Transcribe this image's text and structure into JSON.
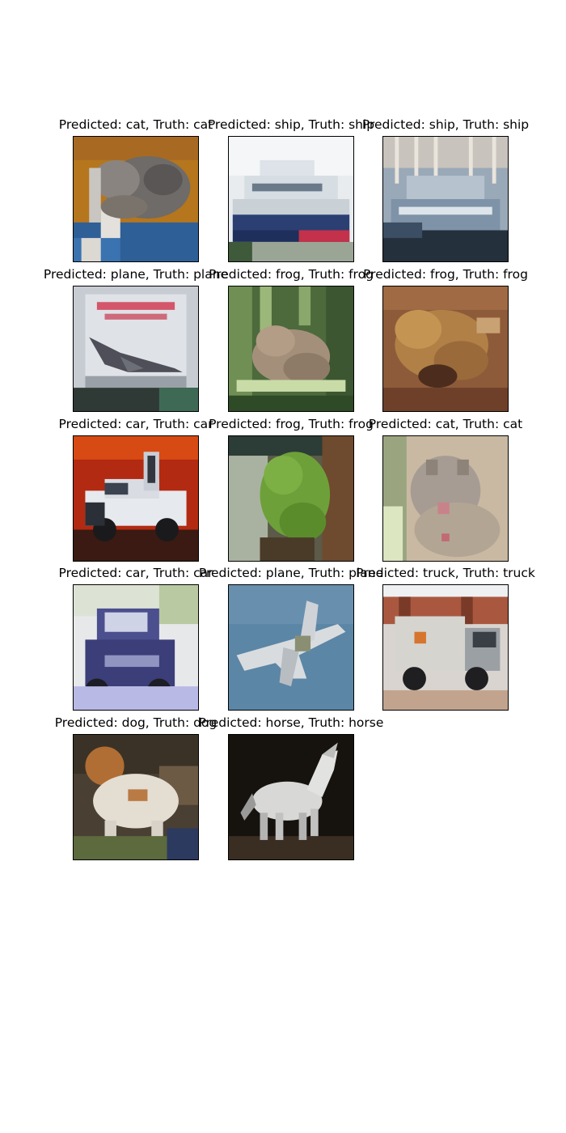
{
  "figure": {
    "panels": [
      {
        "caption": "Predicted: cat, Truth: cat",
        "image": "cat-on-blue-cushion"
      },
      {
        "caption": "Predicted: ship, Truth: ship",
        "image": "white-ship-red-hull"
      },
      {
        "caption": "Predicted: ship, Truth: ship",
        "image": "boat-in-harbor"
      },
      {
        "caption": "Predicted: plane, Truth: plane",
        "image": "concorde-poster"
      },
      {
        "caption": "Predicted: frog, Truth: frog",
        "image": "frog-in-grass"
      },
      {
        "caption": "Predicted: frog, Truth: frog",
        "image": "brown-frog"
      },
      {
        "caption": "Predicted: car, Truth: car",
        "image": "white-car-open-doors"
      },
      {
        "caption": "Predicted: frog, Truth: frog",
        "image": "green-tree-frog"
      },
      {
        "caption": "Predicted: cat, Truth: cat",
        "image": "grey-cat"
      },
      {
        "caption": "Predicted: car, Truth: car",
        "image": "blue-car"
      },
      {
        "caption": "Predicted: plane, Truth: plane",
        "image": "jet-in-sky"
      },
      {
        "caption": "Predicted: truck, Truth: truck",
        "image": "white-truck"
      },
      {
        "caption": "Predicted: dog, Truth: dog",
        "image": "white-brown-dog"
      },
      {
        "caption": "Predicted: horse, Truth: horse",
        "image": "white-horse"
      }
    ]
  }
}
